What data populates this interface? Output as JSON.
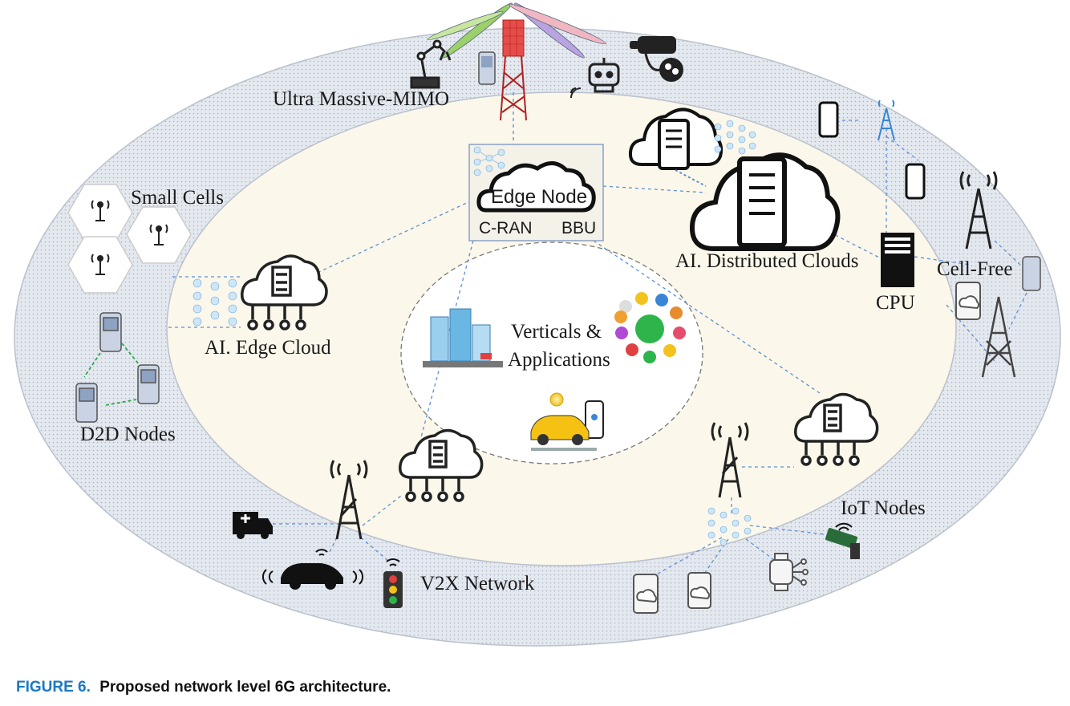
{
  "labels": {
    "ultra_mimo": "Ultra Massive-MIMO",
    "small_cells": "Small Cells",
    "edge_node": "Edge Node",
    "cran": "C-RAN",
    "bbu": "BBU",
    "distributed_clouds": "AI. Distributed Clouds",
    "cell_free": "Cell-Free",
    "cpu": "CPU",
    "edge_cloud": "AI. Edge Cloud",
    "verticals_line1": "Verticals &",
    "verticals_line2": "Applications",
    "d2d_nodes": "D2D Nodes",
    "iot_nodes": "IoT Nodes",
    "v2x_network": "V2X Network"
  },
  "caption": {
    "figure": "FIGURE 6.",
    "text": "Proposed network level 6G architecture."
  },
  "colors": {
    "outer_ring": "#dfe4ec",
    "inner_fill": "#fbf7ea",
    "link": "#5b8fd6",
    "d2d_link": "#2aa84a",
    "figure_label": "#1b79c4"
  }
}
